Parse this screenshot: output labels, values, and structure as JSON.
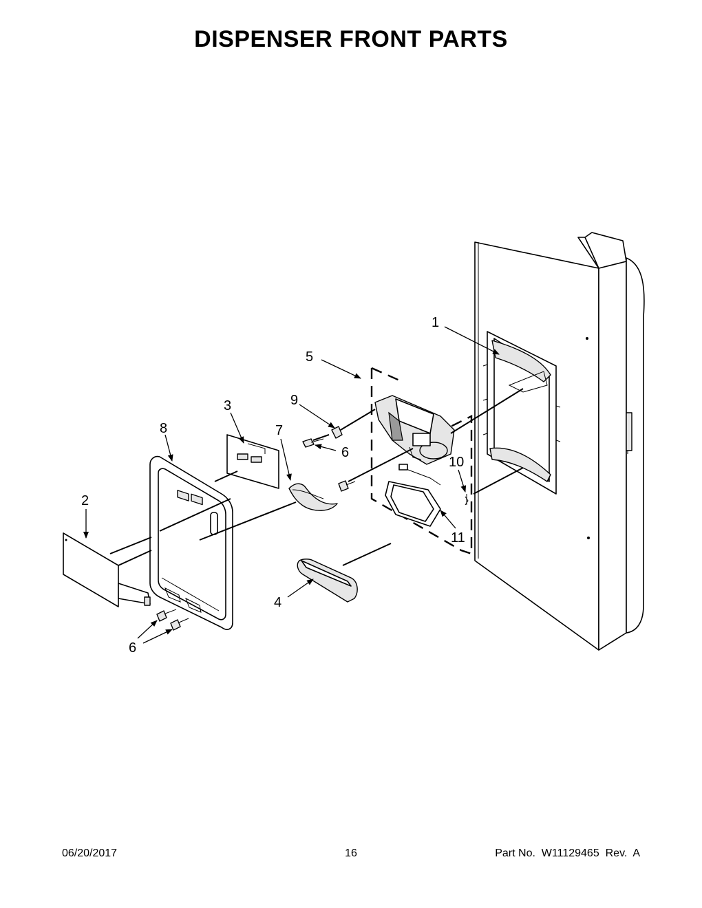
{
  "page": {
    "title": "DISPENSER FRONT PARTS",
    "footer": {
      "date": "06/20/2017",
      "page_number": "16",
      "part_label": "Part No.",
      "part_number": "W11129465",
      "revision": "Rev.  A"
    }
  },
  "callouts": {
    "c1": "1",
    "c2": "2",
    "c3": "3",
    "c4": "4",
    "c5": "5",
    "c6a": "6",
    "c6b": "6",
    "c7": "7",
    "c8": "8",
    "c9": "9",
    "c10": "10",
    "c11": "11"
  }
}
